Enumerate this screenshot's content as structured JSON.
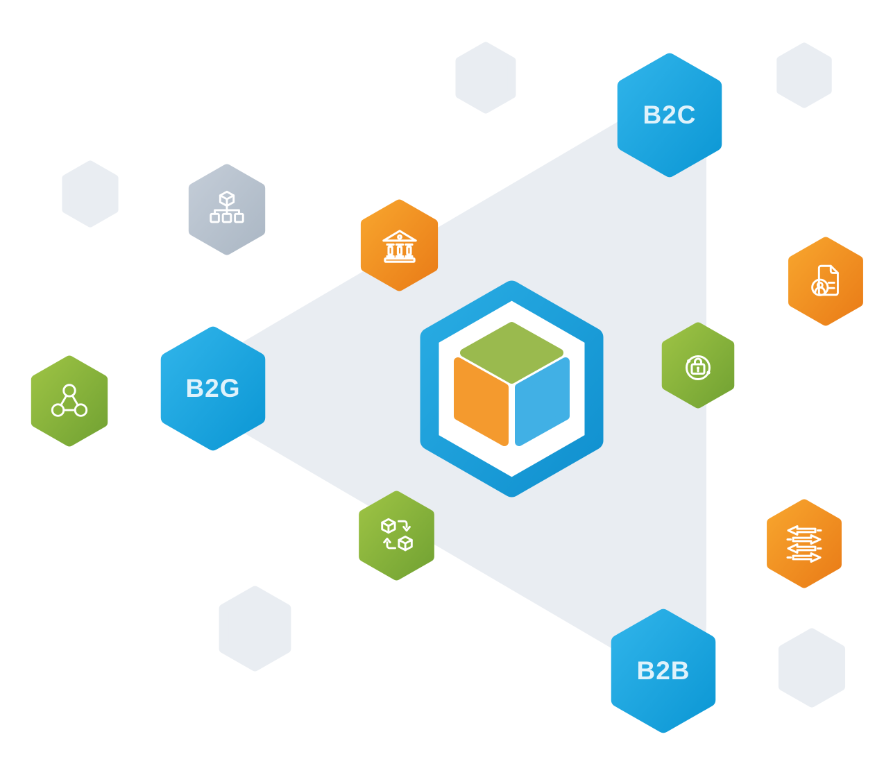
{
  "labels": {
    "b2c": "B2C",
    "b2g": "B2G",
    "b2b": "B2B"
  },
  "icons": {
    "center_logo": "cube-logo-icon",
    "gray_node": "connected-cubes-network-icon",
    "orange_top": "bank-building-icon",
    "orange_right": "document-user-icon",
    "orange_bottom": "transfer-arrows-icon",
    "green_left": "linked-nodes-icon",
    "green_right": "security-lock-icon",
    "green_bottom": "cubes-exchange-icon"
  },
  "colors": {
    "background": "#FFFFFF",
    "triangle_fill": "#E9EDF2",
    "light_hex": "#E9EDF2",
    "blue_from": "#2FB3E9",
    "blue_to": "#0D98D5",
    "orange_from": "#F7A42D",
    "orange_to": "#EA7D18",
    "green_from": "#9CC244",
    "green_to": "#73A333",
    "gray_from": "#C3CCD7",
    "gray_to": "#ACB8C5",
    "ring_from": "#29ACE3",
    "ring_to": "#1090CF",
    "cube_top": "#9ABA4E",
    "cube_left": "#F49A2E",
    "cube_right": "#41B0E5",
    "icon_stroke": "#FFFFFF",
    "label_text": "#DFF2FB"
  }
}
